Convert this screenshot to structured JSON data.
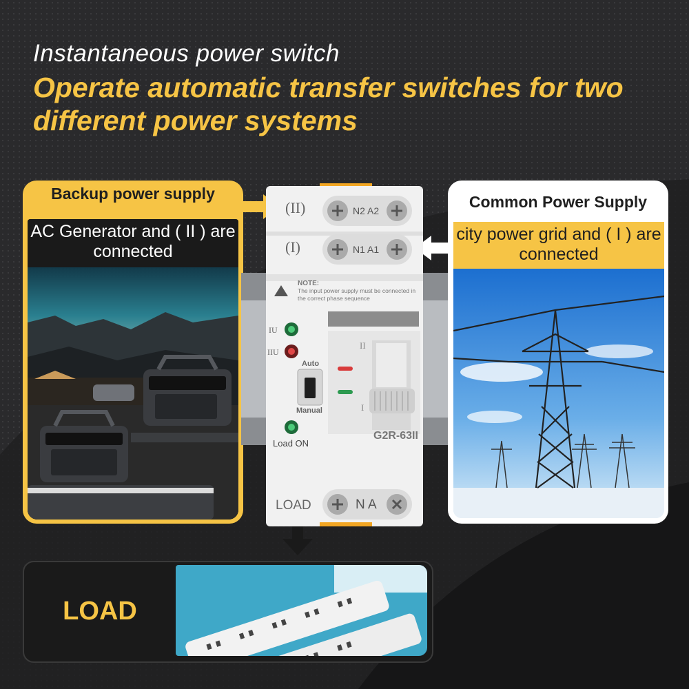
{
  "header": {
    "subtitle": "Instantaneous power switch",
    "title": "Operate automatic transfer switches for two different power systems"
  },
  "backup": {
    "title": "Backup power supply",
    "description": "AC Generator and ( II ) are connected"
  },
  "common": {
    "title": "Common Power Supply",
    "description": "city power grid and ( I ) are connected"
  },
  "device": {
    "terminal_2_roman": "(II)",
    "terminal_2_label": "N2 A2",
    "terminal_1_roman": "(I)",
    "terminal_1_label": "N1 A1",
    "note_title": "NOTE:",
    "note_text": "The input power supply must be connected in the correct phase sequence",
    "indicator_1u": "IU",
    "indicator_2u": "IIU",
    "auto_label": "Auto",
    "manual_label": "Manual",
    "load_on_label": "Load ON",
    "model": "G2R-63II",
    "lever_top": "II",
    "lever_bottom": "I",
    "load_terminal": "LOAD",
    "load_terminal_label": "N A"
  },
  "load": {
    "label": "LOAD"
  },
  "colors": {
    "accent": "#f6c445",
    "background": "#2c2c2e"
  }
}
